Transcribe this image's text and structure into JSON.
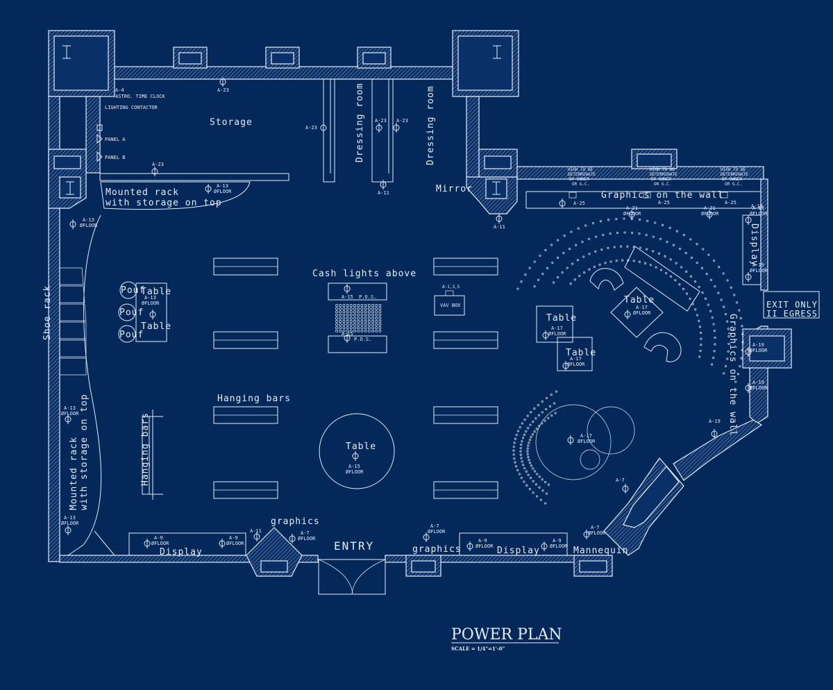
{
  "title": "POWER PLAN",
  "scale": "SCALE = 1/4\"=1'-0\"",
  "colors": {
    "background": "#04285a",
    "ink": "#e6eefb"
  },
  "rooms": {
    "storage": "Storage",
    "dressing_room_1": "Dressing room",
    "dressing_room_2": "Dressing room",
    "mirror": "Mirror",
    "entry": "ENTRY",
    "exit": [
      "EXIT ONLY",
      "II EGRESS"
    ]
  },
  "equipment": {
    "astro_time_clock_tag": "A-4",
    "astro_time_clock": "ASTRO. TIME CLOCK",
    "lighting_contactor": "LIGHTING CONTACTOR",
    "panel_a": "PANEL A",
    "panel_b": "PANEL B",
    "vav_box": "VAV BOX",
    "vav_tag": "A-1,3,5"
  },
  "fixtures": {
    "mounted_rack_top": [
      "Mounted  rack",
      "with storage on top"
    ],
    "mounted_rack_left": [
      "Mounted  rack",
      "with storage on top"
    ],
    "shoe_rack": "Shoe rack",
    "pouf": "Pouf",
    "table": "Table",
    "cash_lights": "Cash lights above",
    "pos": "P.O.S.",
    "hanging_bars": "Hanging bars",
    "graphics": "graphics",
    "graphics_wall_top": "Graphics on the wall",
    "graphics_wall_right": "Graphics on the wall",
    "display": "Display",
    "mannequin": "Mannequin",
    "high_note": [
      "HIGH TO BE",
      "DETERMINATE",
      "BY OWNER",
      "OR G.C."
    ]
  },
  "circuits": {
    "floor": "ØFLOOR",
    "a7": "A-7",
    "a9": "A-9",
    "a11": "A-11",
    "a13": "A-13",
    "a15": "A-15",
    "a17": "A-17",
    "a19": "A-19",
    "a21": "A-21",
    "a23": "A-23",
    "a25": "A-25"
  }
}
